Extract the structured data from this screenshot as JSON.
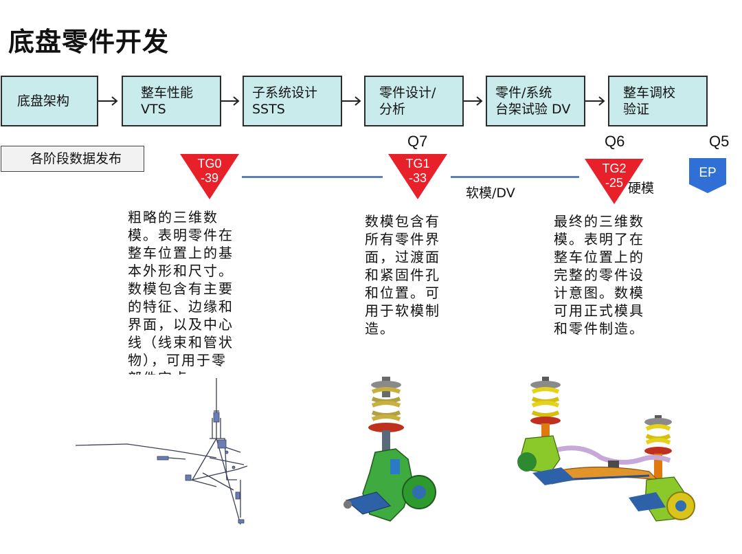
{
  "title": "底盘零件开发",
  "steps": [
    {
      "line1": "底盘架构",
      "line2": ""
    },
    {
      "line1": "整车性能",
      "line2": "VTS"
    },
    {
      "line1": "子系统设计",
      "line2": "SSTS"
    },
    {
      "line1": "零件设计/",
      "line2": "分析"
    },
    {
      "line1": "零件/系统",
      "line2": "台架试验 DV"
    },
    {
      "line1": "整车调校",
      "line2": "验证"
    }
  ],
  "release_label": "各阶段数据发布",
  "q_labels": {
    "q7": "Q7",
    "q6": "Q6",
    "q5": "Q5"
  },
  "gates": [
    {
      "line1": "TG0",
      "line2": "-39"
    },
    {
      "line1": "TG1",
      "line2": "-33"
    },
    {
      "line1": "TG2",
      "line2": "-25"
    }
  ],
  "ep_label": "EP",
  "soft_mold_label": "软模/DV",
  "hard_mold_label": "硬模",
  "descriptions": {
    "tg0": [
      "粗略的三维数",
      "模。表明零件在",
      "整车位置上的基",
      "本外形和尺寸。",
      "数模包含有主要",
      "的特征、边缘和",
      "界面，以及中心",
      "线（线束和管状",
      "物），可用于零",
      "部件定点"
    ],
    "tg1": [
      "数模包含有",
      "所有零件界",
      "面，过渡面",
      "和紧固件孔",
      "和位置。可",
      "用于软模制",
      "造。"
    ],
    "tg2": [
      "最终的三维数",
      "模。表明了在",
      "整车位置上的",
      "完整的零件设",
      "计意图。数模",
      "可用正式模具",
      "和零件制造。"
    ]
  },
  "colors": {
    "step_fill": "#c9ebeb",
    "gate_red": "#e8202a",
    "ep_blue": "#2f6fd6",
    "timeline": "#5b7fb5"
  }
}
